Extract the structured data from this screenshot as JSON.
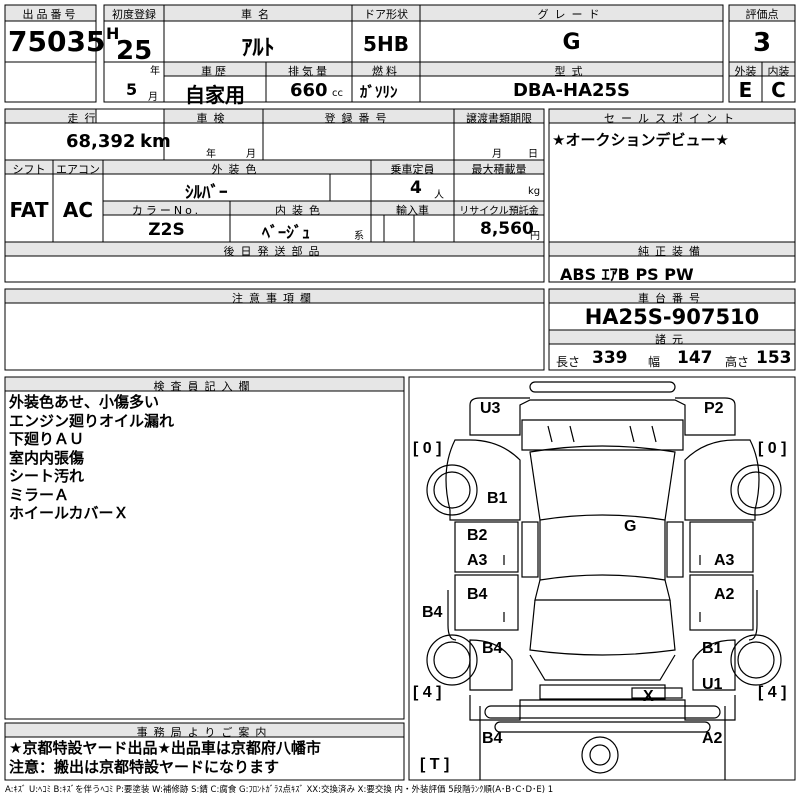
{
  "header": {
    "lot_label": "出品番号",
    "lot": "75035",
    "first_reg_label": "初度登録",
    "era": "H",
    "year": "25",
    "year_unit": "年",
    "month": "5",
    "month_unit": "月",
    "car_name_label": "車名",
    "car_name": "ｱﾙﾄ",
    "door_label": "ドア形状",
    "door": "5HB",
    "grade_label": "グレード",
    "grade": "G",
    "score_label": "評価点",
    "score": "3",
    "history_label": "車歴",
    "history": "自家用",
    "displacement_label": "排気量",
    "displacement": "660",
    "displacement_unit": "cc",
    "fuel_label": "燃料",
    "fuel": "ｶﾞｿﾘﾝ",
    "model_label": "型式",
    "model": "DBA-HA25S",
    "exterior_label": "外装",
    "exterior": "E",
    "interior_label": "内装",
    "interior": "C"
  },
  "row2": {
    "mileage_label": "走行",
    "mileage": "68,392",
    "mileage_unit": "km",
    "inspection_label": "車検",
    "inspection_year_unit": "年",
    "inspection_month_unit": "月",
    "reg_no_label": "登録番号",
    "transfer_label": "譲渡書類期限",
    "transfer_month_unit": "月",
    "transfer_day_unit": "日",
    "sales_point_label": "セールスポイント",
    "sales_point": "★オークションデビュー★",
    "shift_label": "シフト",
    "shift": "FAT",
    "ac_label": "エアコン",
    "ac": "AC",
    "color_label": "外装色",
    "color": "ｼﾙﾊﾞｰ",
    "capacity_label": "乗車定員",
    "capacity": "4",
    "capacity_unit": "人",
    "max_load_label": "最大積載量",
    "max_load_unit": "kg",
    "color_no_label": "カラーNo.",
    "color_no": "Z2S",
    "interior_color_label": "内装色",
    "interior_color": "ﾍﾞｰｼﾞｭ",
    "interior_color_unit": "系",
    "import_label": "輸入車",
    "recycle_label": "リサイクル預託金",
    "recycle": "8,560",
    "recycle_unit": "円",
    "later_parts_label": "後日発送部品",
    "equipment_label": "純正装備",
    "equipment": "ABS ｴｱB PS PW",
    "notes_label": "注意事項欄",
    "chassis_label": "車台番号",
    "chassis": "HA25S-907510",
    "specs_label": "諸元",
    "length_label": "長さ",
    "length": "339",
    "width_label": "幅",
    "width": "147",
    "height_label": "高さ",
    "height": "153"
  },
  "inspector": {
    "label": "検査員記入欄",
    "lines": [
      "外装色あせ、小傷多い",
      "エンジン廻りオイル漏れ",
      "下廻りＡＵ",
      "室内内張傷",
      "シート汚れ",
      "ミラーＡ",
      "ホイールカバーＸ"
    ]
  },
  "office": {
    "label": "事務局よりご案内",
    "lines": [
      "★京都特設ヤード出品★出品車は京都府八幡市",
      "注意：搬出は京都特設ヤードになります"
    ]
  },
  "diagram": {
    "codes": {
      "u3": "U3",
      "p2": "P2",
      "b1_front": "B1",
      "g": "G",
      "b2": "B2",
      "a3_left": "A3",
      "a3_right": "A3",
      "b4_left_door": "B4",
      "a2_right_door": "A2",
      "b4_side": "B4",
      "b4_rear_left": "B4",
      "b1_rear_right": "B1",
      "u1": "U1",
      "x": "X",
      "b4_bottom": "B4",
      "a2_bottom": "A2"
    },
    "tires": {
      "fl": "[ 0 ]",
      "fr": "[ 0 ]",
      "rl": "[ 4 ]",
      "rr": "[ 4 ]",
      "spare": "[ T ]"
    }
  },
  "legend": "A:ｷｽﾞ U:ﾍｺﾐ B:ｷｽﾞを伴うﾍｺﾐ P:要塗装 W:補修跡 S:錆 C:腐食 G:ﾌﾛﾝﾄｶﾞﾗｽ点ｷｽﾞ XX:交換済み X:要交換 内・外装評価 5段階ﾗﾝｸ順(A･B･C･D･E) 1"
}
